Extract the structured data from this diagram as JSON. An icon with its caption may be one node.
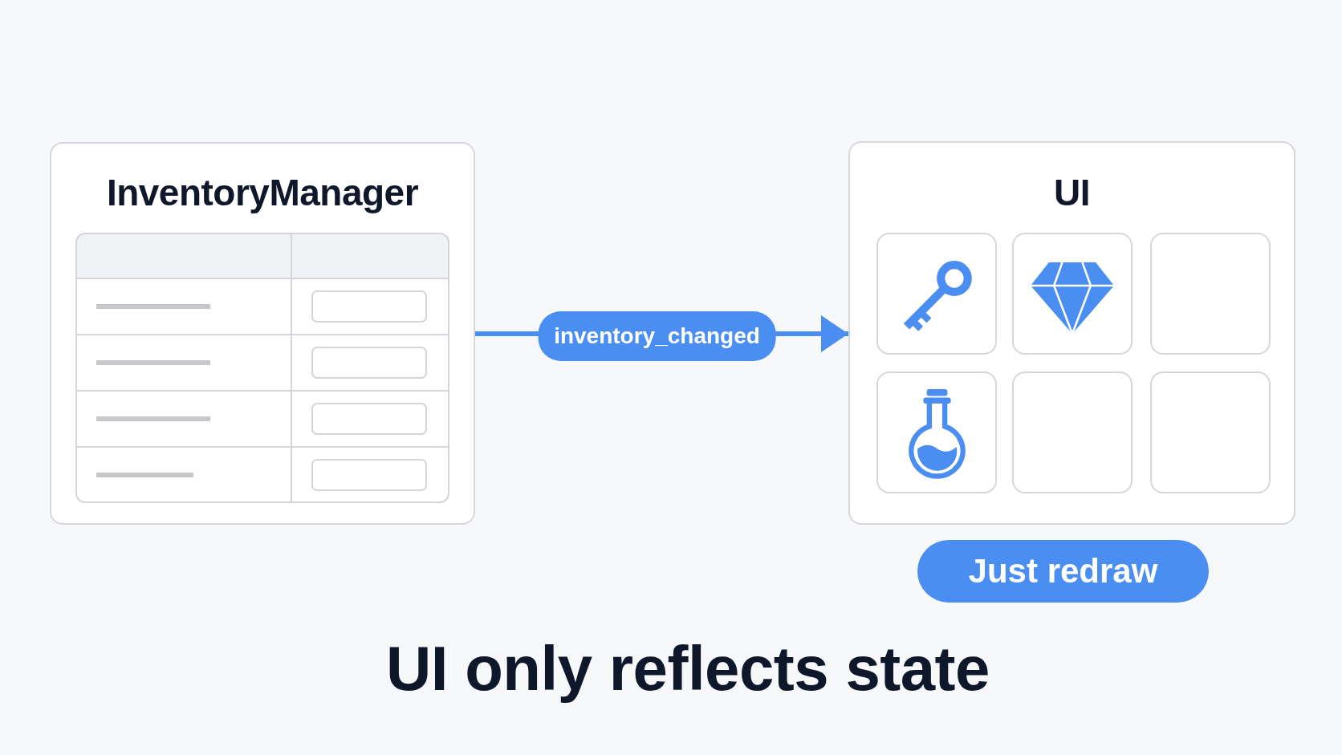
{
  "diagram": {
    "caption": "UI only reflects state",
    "nodes": [
      {
        "text": [
          "InventoryManager"
        ]
      },
      {
        "text": [
          "UI"
        ]
      },
      {
        "text": [],
        "shape": "box",
        "in": 1
      },
      {
        "text": [],
        "shape": "box",
        "in": 1
      },
      {
        "text": [],
        "shape": "box",
        "in": 1
      },
      {
        "text": [],
        "shape": "box",
        "in": 1
      },
      {
        "text": [],
        "shape": "box",
        "in": 1
      },
      {
        "text": [],
        "shape": "box",
        "in": 1
      },
      {
        "text": [
          "Just redraw"
        ]
      }
    ],
    "edges": [
      {
        "from": 0,
        "to": 1,
        "arrow": "to",
        "label": "inventory_changed"
      }
    ]
  }
}
